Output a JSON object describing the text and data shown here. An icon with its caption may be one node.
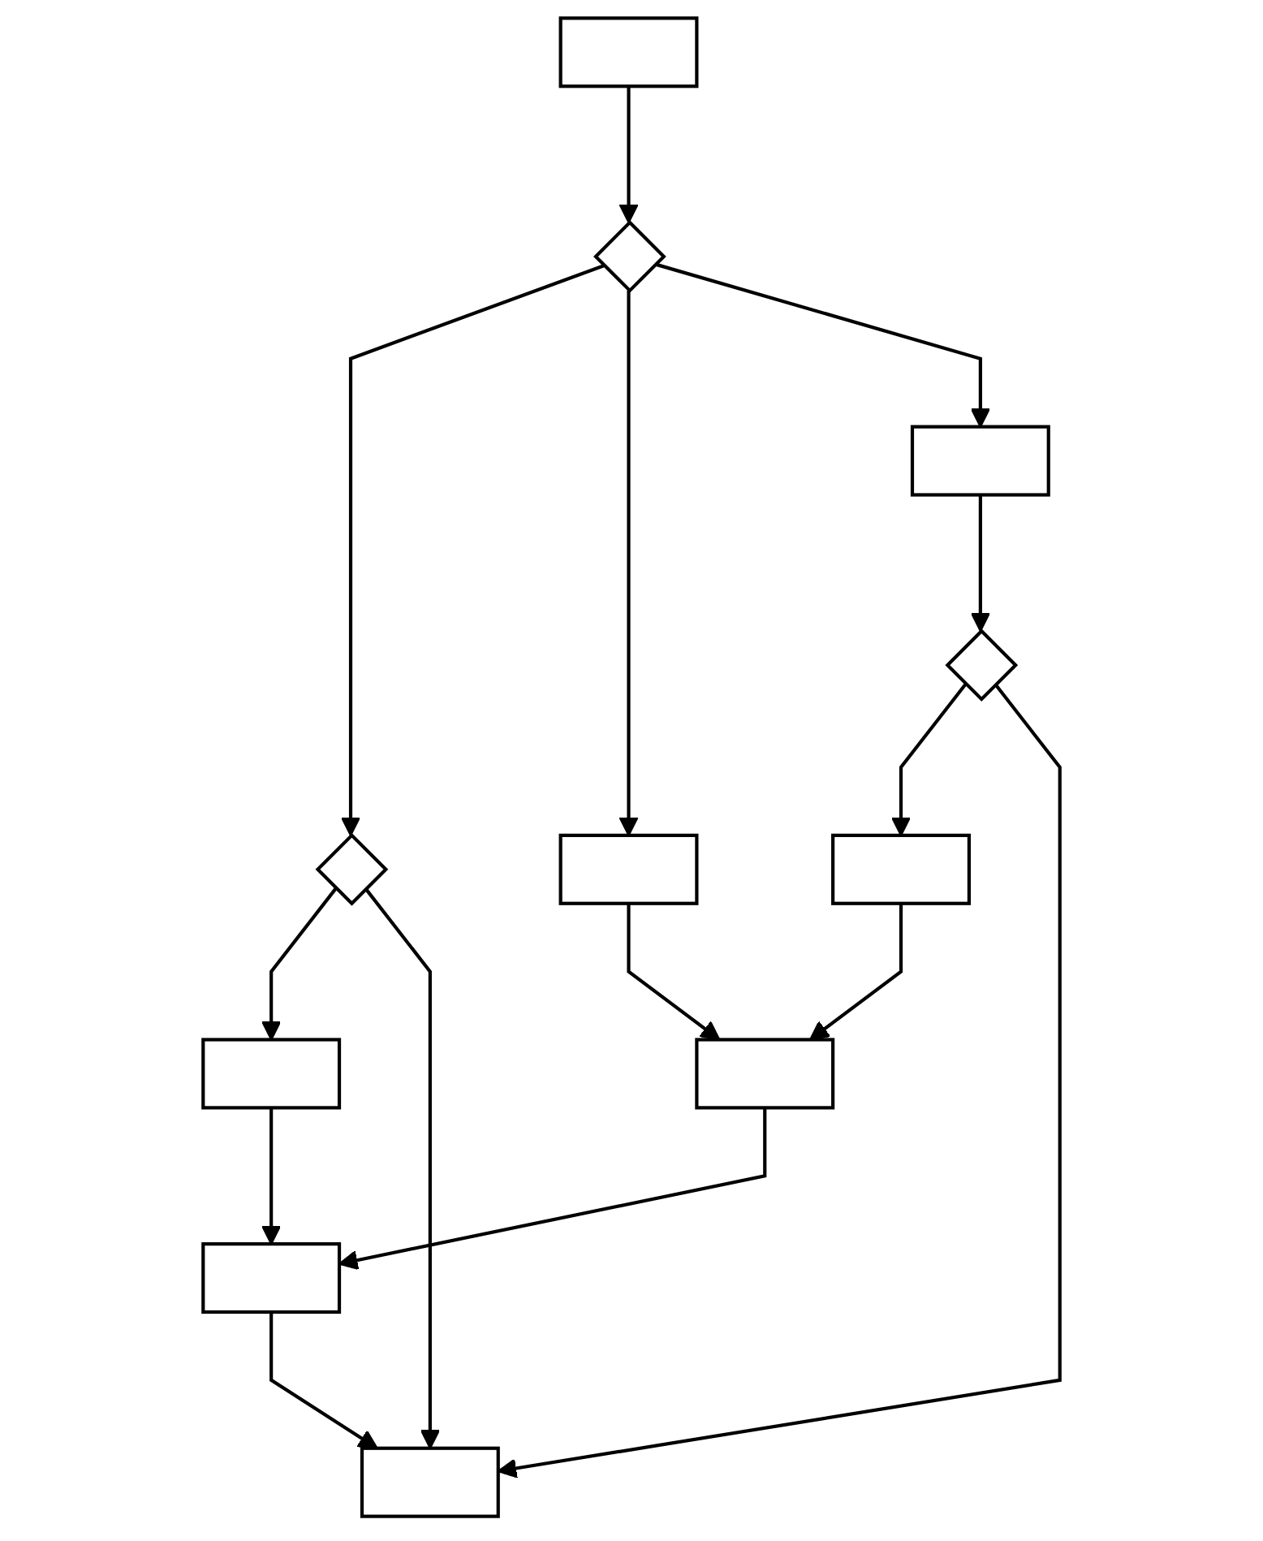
{
  "diagram": {
    "nodes": [
      {
        "text": [],
        "shape": "box"
      },
      {
        "text": [],
        "shape": "diamond"
      },
      {
        "text": [],
        "shape": "box"
      },
      {
        "text": [],
        "shape": "diamond"
      },
      {
        "text": [],
        "shape": "box"
      },
      {
        "text": [],
        "shape": "diamond"
      },
      {
        "text": [],
        "shape": "box"
      },
      {
        "text": [],
        "shape": "box"
      },
      {
        "text": [],
        "shape": "box"
      },
      {
        "text": [],
        "shape": "box"
      },
      {
        "text": [],
        "shape": "box"
      }
    ],
    "edges": [
      {
        "from": 0,
        "to": 1,
        "arrow": "to"
      },
      {
        "from": 1,
        "to": 3,
        "arrow": "to"
      },
      {
        "from": 1,
        "to": 4,
        "arrow": "to"
      },
      {
        "from": 1,
        "to": 2,
        "arrow": "to"
      },
      {
        "from": 3,
        "to": 6,
        "arrow": "to"
      },
      {
        "from": 4,
        "to": 7,
        "arrow": "to"
      },
      {
        "from": 2,
        "to": 5,
        "arrow": "to"
      },
      {
        "from": 5,
        "to": 8,
        "arrow": "to"
      },
      {
        "from": 8,
        "to": 7,
        "arrow": "to"
      },
      {
        "from": 6,
        "to": 9,
        "arrow": "to"
      },
      {
        "from": 7,
        "to": 9,
        "arrow": "to"
      },
      {
        "from": 9,
        "to": 10,
        "arrow": "to"
      },
      {
        "from": 3,
        "to": 10,
        "arrow": "to"
      },
      {
        "from": 5,
        "to": 10,
        "arrow": "to"
      }
    ]
  }
}
